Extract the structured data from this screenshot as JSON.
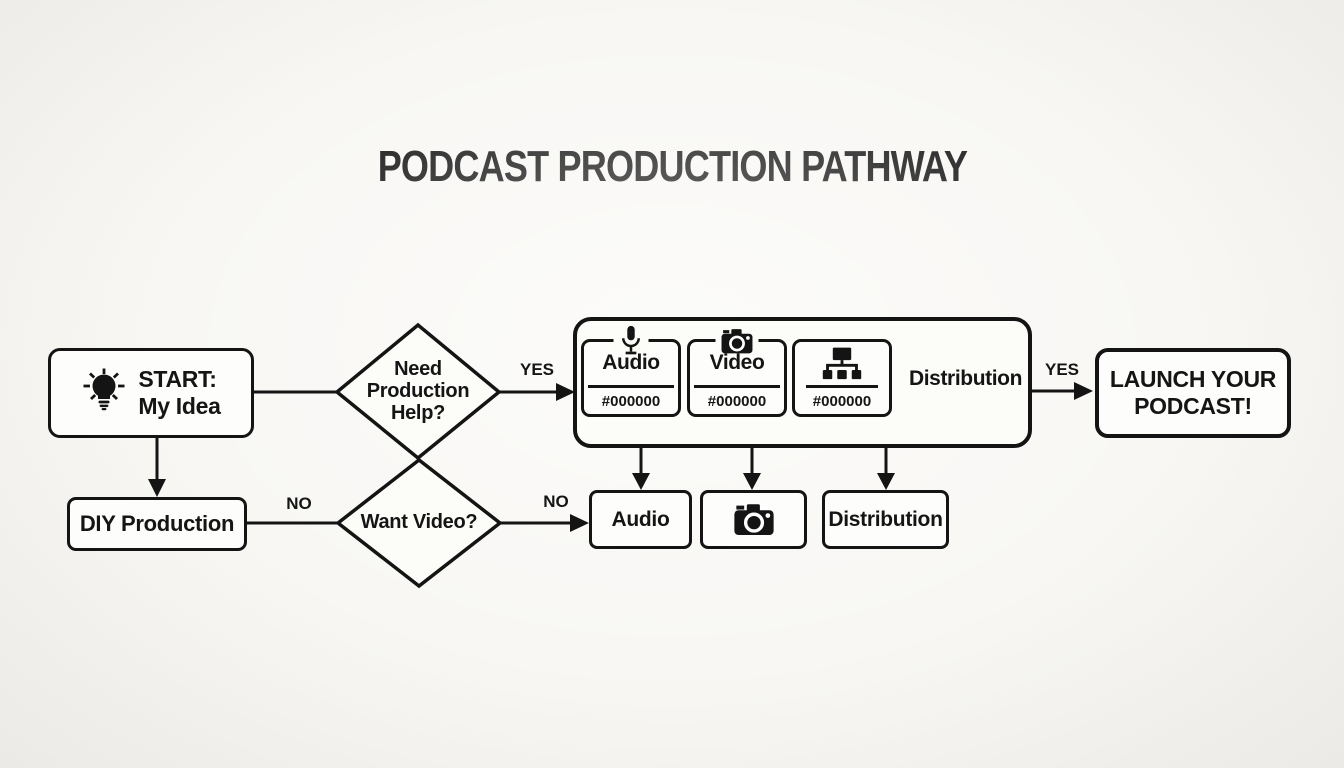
{
  "title": "PODCAST PRODUCTION PATHWAY",
  "colors": {
    "ink": "#111111",
    "background": "#f8f7f4",
    "node_fill": "#fdfdfb"
  },
  "nodes": {
    "start": {
      "text": "START:\nMy Idea",
      "icon": "lightbulb-icon"
    },
    "decision_help": {
      "text": "Need\nProduction\nHelp?"
    },
    "pro_path": {
      "cards": [
        {
          "title": "Audio",
          "hex": "#000000",
          "icon": "microphone-icon"
        },
        {
          "title": "Video",
          "hex": "#000000",
          "icon": "camera-icon"
        },
        {
          "title": "",
          "hex": "#000000",
          "icon": "sitemap-icon"
        }
      ],
      "side_label": "Distribution"
    },
    "launch": {
      "text": "LAUNCH YOUR\nPODCAST!"
    },
    "diy": {
      "text": "DIY Production"
    },
    "decision_video": {
      "text": "Want Video?"
    },
    "diy_steps": [
      {
        "label": "Audio",
        "icon": ""
      },
      {
        "label": "",
        "icon": "camera-icon"
      },
      {
        "label": "Distribution",
        "icon": ""
      }
    ]
  },
  "edge_labels": {
    "yes_to_pro": "YES",
    "yes_to_launch": "YES",
    "no_to_diy": "NO",
    "no_to_audio": "NO"
  }
}
